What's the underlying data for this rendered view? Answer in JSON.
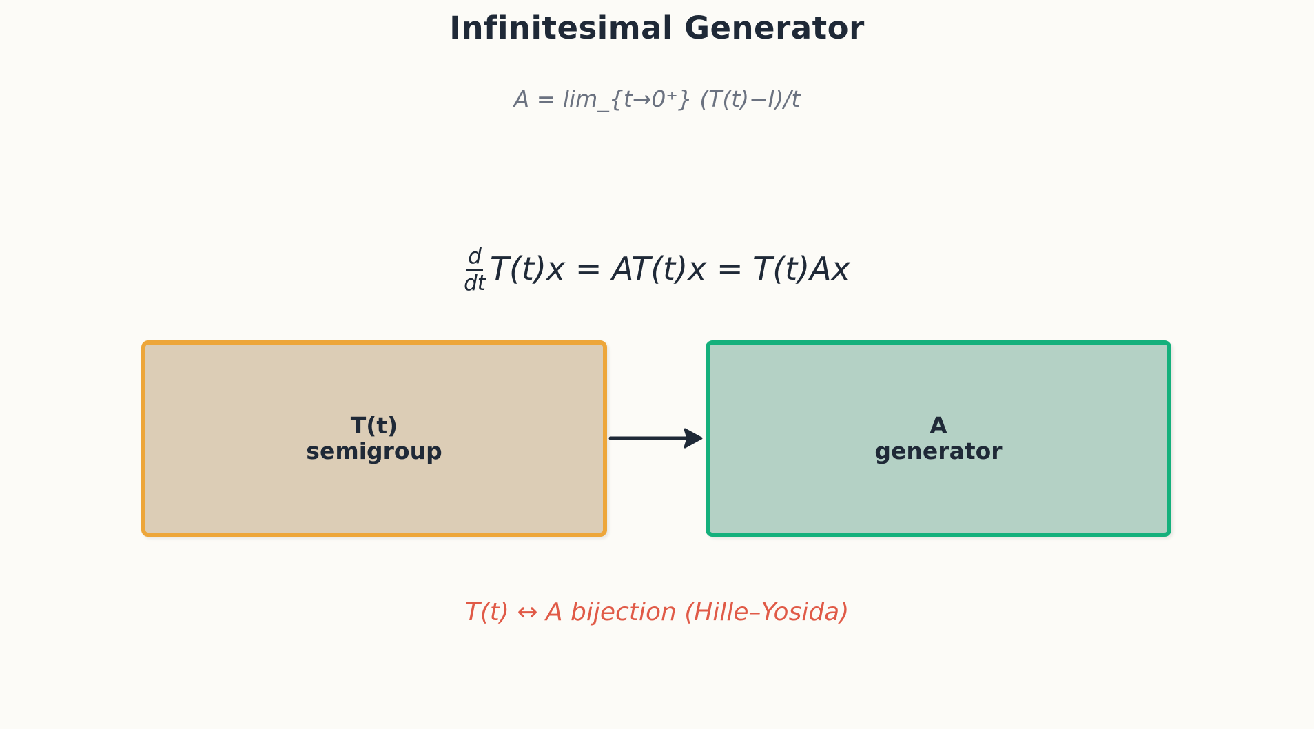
{
  "title": "Infinitesimal Generator",
  "subtitle": "A = lim_{t→0⁺} (T(t)−I)/t",
  "equation": {
    "frac_num": "d",
    "frac_den": "dt",
    "body": "T(t)x = AT(t)x = T(t)Ax"
  },
  "nodes": {
    "semigroup": {
      "symbol": "T(t)",
      "label": "semigroup",
      "fill": "#dccdb6",
      "border": "#eda63a"
    },
    "generator": {
      "symbol": "A",
      "label": "generator",
      "fill": "#b4d1c5",
      "border": "#15b07c"
    }
  },
  "edge": {
    "from": "semigroup",
    "to": "generator",
    "color": "#1f2937"
  },
  "note": "T(t) ↔ A bijection (Hille–Yosida)",
  "colors": {
    "background": "#fcfbf7",
    "title": "#1f2937",
    "subtitle": "#6b7280",
    "note": "#e05a47"
  }
}
